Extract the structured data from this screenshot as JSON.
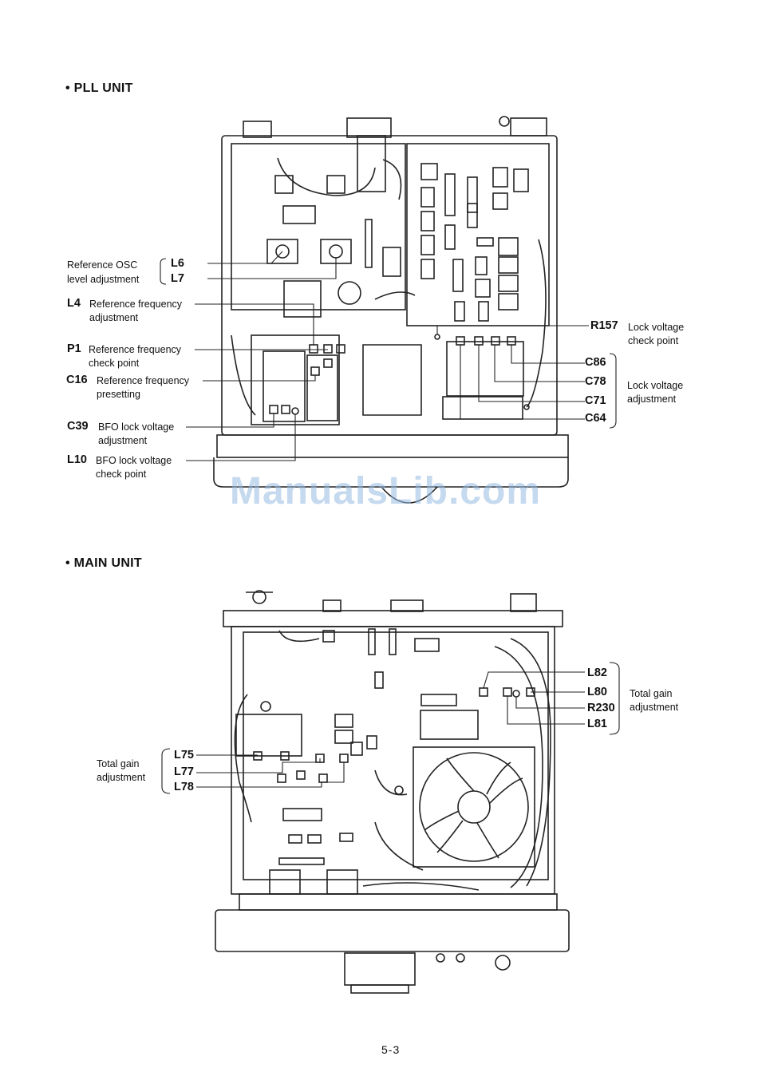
{
  "pll": {
    "title": "• PLL UNIT",
    "left_labels": {
      "ref_osc_1": "Reference OSC",
      "ref_osc_2": "level adjustment",
      "l6": "L6",
      "l7": "L7",
      "l4": "L4",
      "l4_1": "Reference frequency",
      "l4_2": "adjustment",
      "p1": "P1",
      "p1_1": "Reference frequency",
      "p1_2": "check point",
      "c16": "C16",
      "c16_1": "Reference frequency",
      "c16_2": "presetting",
      "c39": "C39",
      "c39_1": "BFO lock voltage",
      "c39_2": "adjustment",
      "l10": "L10",
      "l10_1": "BFO lock voltage",
      "l10_2": "check point"
    },
    "right_labels": {
      "r157": "R157",
      "r157_1": "Lock voltage",
      "r157_2": "check point",
      "c86": "C86",
      "c78": "C78",
      "c71": "C71",
      "c64": "C64",
      "lock_1": "Lock voltage",
      "lock_2": "adjustment"
    }
  },
  "main": {
    "title": "• MAIN UNIT",
    "right_labels": {
      "l82": "L82",
      "l80": "L80",
      "r230": "R230",
      "l81": "L81",
      "gain_1": "Total gain",
      "gain_2": "adjustment"
    },
    "left_labels": {
      "gain_1": "Total gain",
      "gain_2": "adjustment",
      "l75": "L75",
      "l77": "L77",
      "l78": "L78"
    }
  },
  "watermark": "ManualsLib.com",
  "page_number": "5-3"
}
